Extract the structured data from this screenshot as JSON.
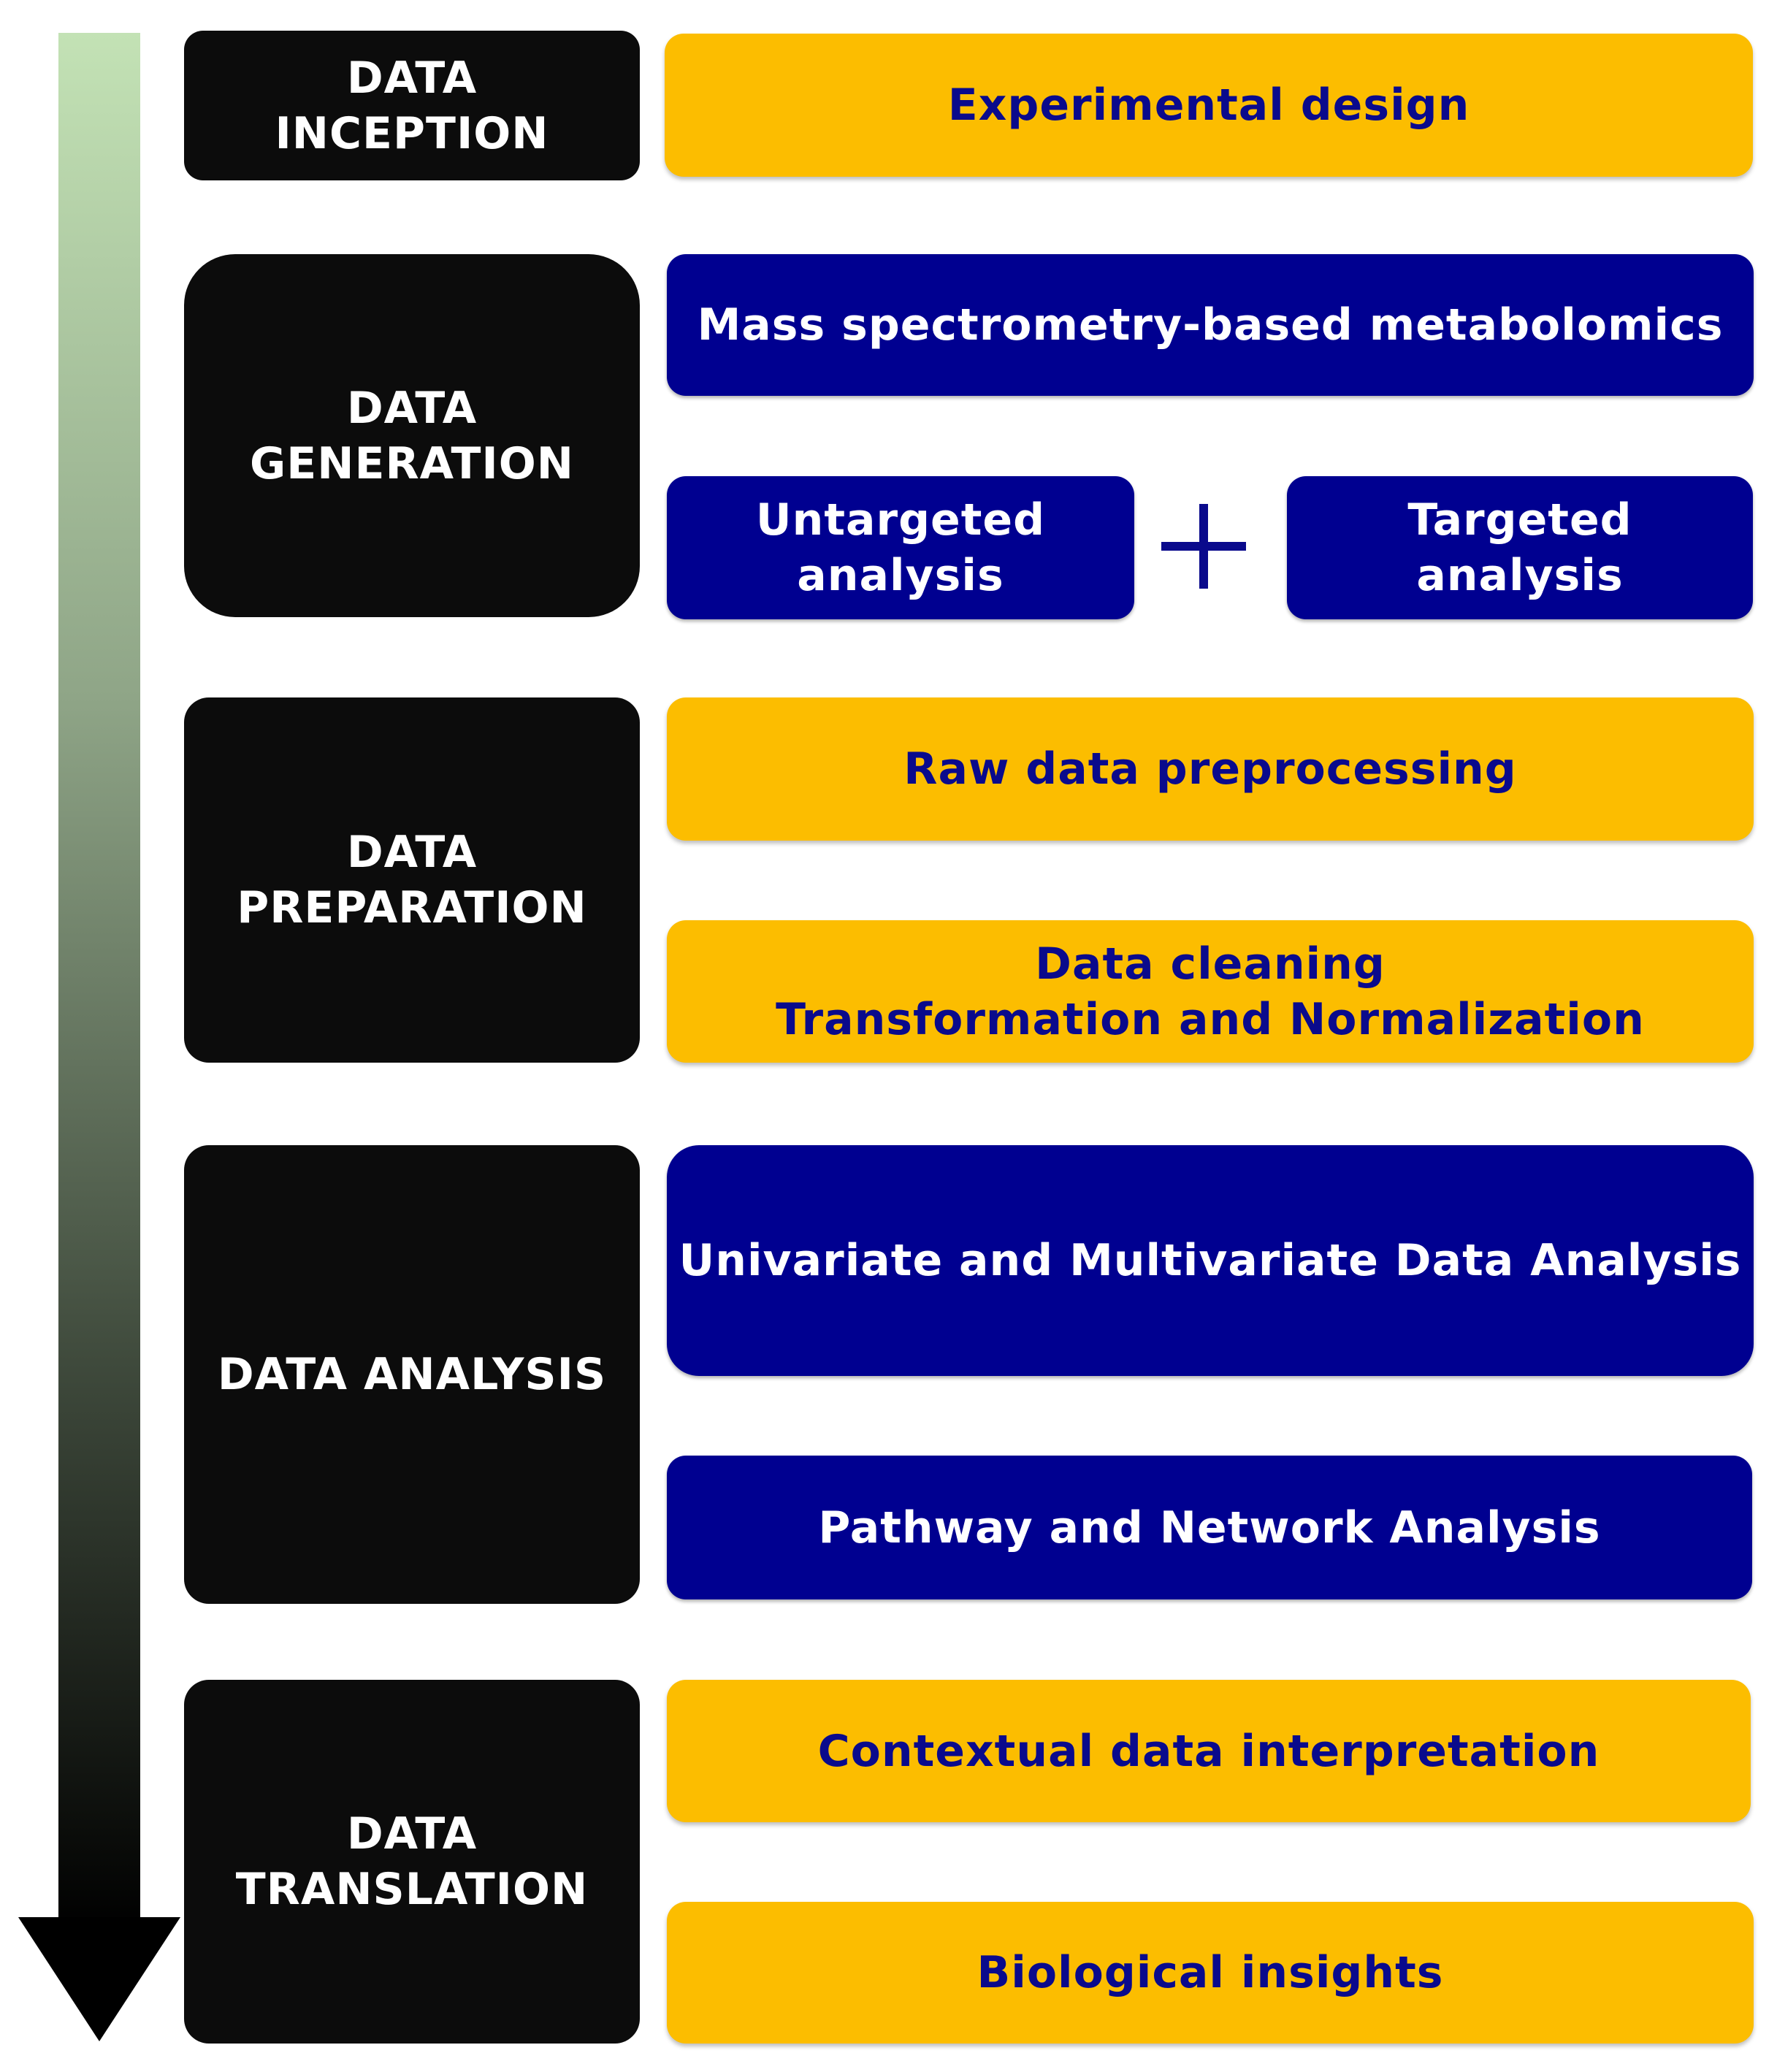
{
  "colors": {
    "stage_bg": "#0c0c0c",
    "gold": "#fcbd00",
    "navy": "#000090",
    "navy_text": "#0a0a8c",
    "arrow_top": "#c3e2b5",
    "arrow_bottom": "#000000"
  },
  "stages": [
    {
      "label": "DATA\nINCEPTION"
    },
    {
      "label": "DATA\nGENERATION"
    },
    {
      "label": "DATA\nPREPARATION"
    },
    {
      "label": "DATA ANALYSIS"
    },
    {
      "label": "DATA\nTRANSLATION"
    }
  ],
  "steps": {
    "experimental_design": "Experimental design",
    "ms_metabolomics": "Mass spectrometry-based metabolomics",
    "untargeted": "Untargeted\nanalysis",
    "targeted": "Targeted\nanalysis",
    "raw_preprocessing": "Raw data preprocessing",
    "cleaning": "Data cleaning\nTransformation and Normalization",
    "uni_multi": "Univariate and Multivariate Data Analysis",
    "pathway": "Pathway and Network Analysis",
    "contextual": "Contextual data interpretation",
    "insights": "Biological insights"
  },
  "icons": {
    "plus": "plus-icon",
    "arrow": "down-arrow-icon"
  }
}
